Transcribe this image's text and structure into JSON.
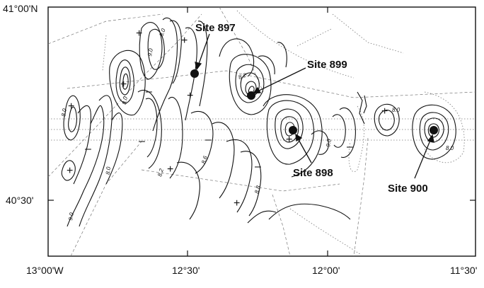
{
  "axes": {
    "lat_top": "41°00'N",
    "lat_mid": "40°30'",
    "lon_left": "13°00'W",
    "lon_mid1": "12°30'",
    "lon_mid2": "12°00'",
    "lon_right": "11°30'"
  },
  "sites": [
    {
      "label": "Site 897"
    },
    {
      "label": "Site 899"
    },
    {
      "label": "Site 898"
    },
    {
      "label": "Site 900"
    }
  ],
  "contour_values": [
    "8.0",
    "9.0",
    "8.2",
    "8.6",
    "8.8"
  ],
  "anomaly_signs": {
    "positive": "+",
    "negative": "–"
  },
  "colors": {
    "ink": "#111111",
    "track": "#777777",
    "background": "#ffffff"
  }
}
